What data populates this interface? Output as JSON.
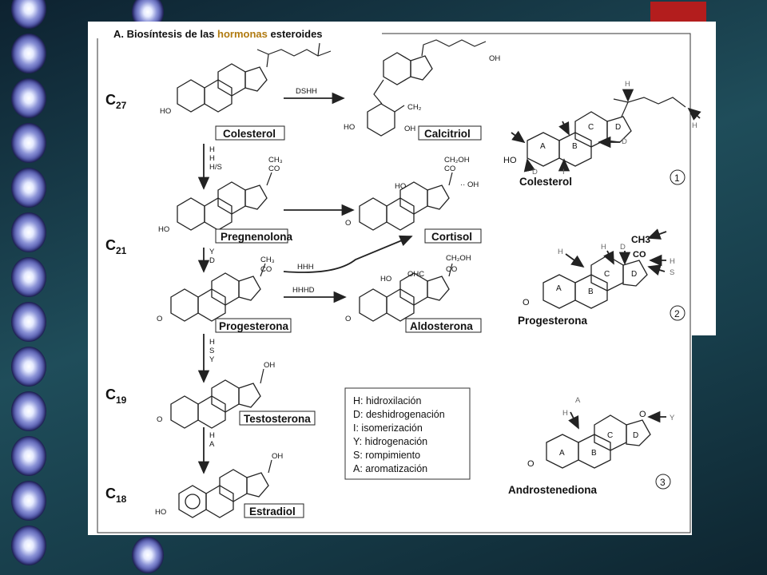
{
  "title_prefix": "A. Biosíntesis de las ",
  "title_highlight": "hormonas",
  "title_suffix": " esteroides",
  "carbon_labels": [
    {
      "id": "c27",
      "base": "C",
      "sub": "27"
    },
    {
      "id": "c21",
      "base": "C",
      "sub": "21"
    },
    {
      "id": "c19",
      "base": "C",
      "sub": "19"
    },
    {
      "id": "c18",
      "base": "C",
      "sub": "18"
    }
  ],
  "compounds": {
    "colesterol": "Colesterol",
    "calcitriol": "Calcitriol",
    "pregnenolona": "Pregnenolona",
    "cortisol": "Cortisol",
    "progesterona": "Progesterona",
    "aldosterona": "Aldosterona",
    "testosterona": "Testosterona",
    "estradiol": "Estradiol"
  },
  "reaction_labels": {
    "dshh": "DSHH",
    "chol_preg": [
      "H",
      "H",
      "H/S"
    ],
    "preg_prog": [
      "Y",
      "D"
    ],
    "hhh": "HHH",
    "hhhd": "HHHD",
    "prog_testo": [
      "H",
      "S",
      "Y"
    ],
    "testo_estra": [
      "H",
      "A"
    ]
  },
  "legend": [
    "H:  hidroxilación",
    "D:  deshidrogenación",
    "I:   isomerización",
    "Y:  hidrogenación",
    "S:  rompimiento",
    "A:  aromatización"
  ],
  "right_panel": {
    "colesterol_label": "Colesterol",
    "progesterona_label": "Progesterona",
    "androstenediona_label": "Androstenediona",
    "circle_numbers": [
      "1",
      "2",
      "3"
    ],
    "ring_letters": [
      "A",
      "B",
      "C",
      "D"
    ]
  },
  "atoms": {
    "ho": "HO",
    "o": "O",
    "oh": "OH",
    "ch3": "CH",
    "co": "CO",
    "ch2oh": "CH",
    "ohc": "OHC"
  }
}
